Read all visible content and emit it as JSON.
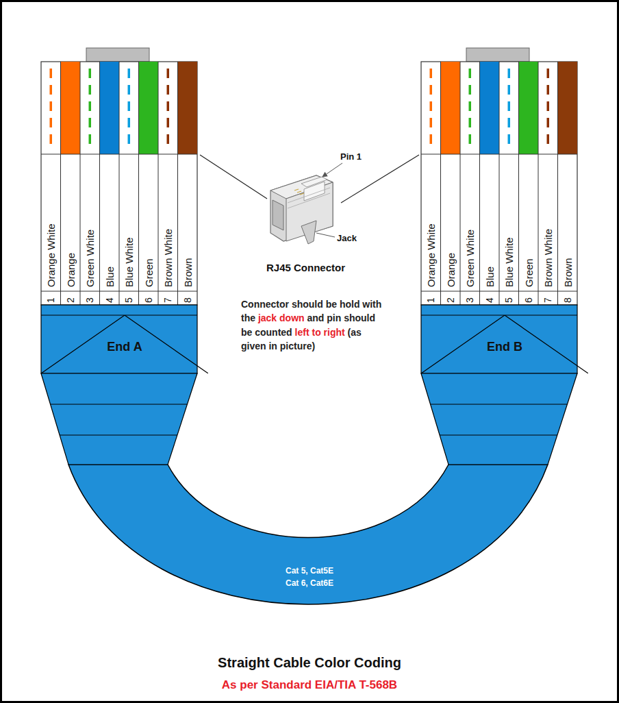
{
  "diagram": {
    "title": "Straight Cable Color Coding",
    "caption": "As per Standard EIA/TIA T-568B",
    "nodes": [
      {
        "text": [
          "End A"
        ]
      },
      {
        "text": [
          "End B"
        ]
      }
    ],
    "labels": [
      "Orange White",
      "Orange",
      "Green White",
      "Blue",
      "Blue White",
      "Green",
      "Brown White",
      "Brown",
      "1",
      "2",
      "3",
      "4",
      "5",
      "6",
      "7",
      "8",
      "Orange White",
      "Orange",
      "Green White",
      "Blue",
      "Blue White",
      "Green",
      "Brown White",
      "Brown",
      "1",
      "2",
      "3",
      "4",
      "5",
      "6",
      "7",
      "8",
      "Pin 1",
      "Jack",
      "RJ45 Connector",
      "Connector should be hold with the",
      "jack down",
      "and pin should be counted",
      "left to right",
      "(as given in picture)",
      "Cat 5, Cat5E",
      "Cat 6, Cat6E"
    ]
  }
}
